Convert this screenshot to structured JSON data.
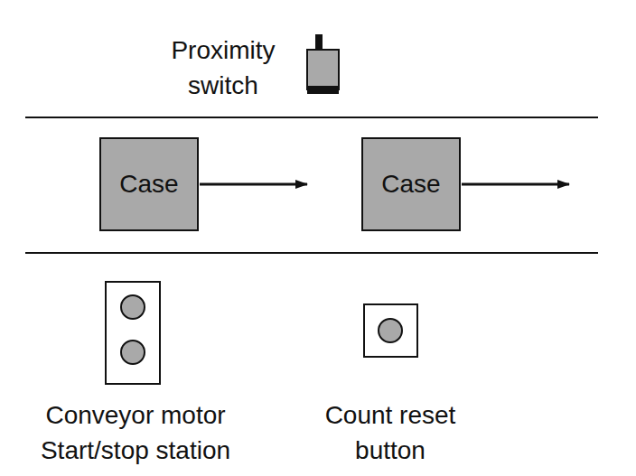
{
  "diagram": {
    "nodes": [
      {
        "text": [
          "Case"
        ]
      },
      {
        "text": [
          "Case"
        ]
      }
    ],
    "labels": [
      "Proximity switch",
      "Conveyor motor Start/stop station",
      "Count reset button"
    ]
  }
}
